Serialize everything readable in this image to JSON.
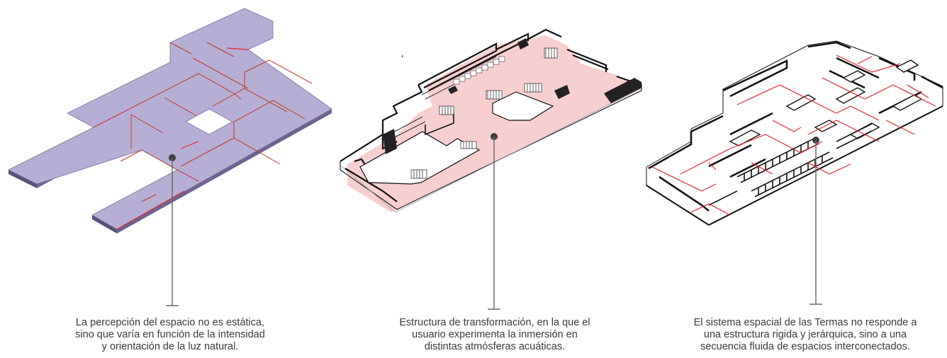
{
  "colors": {
    "lavender": "#b7aed5",
    "pink": "#f8cfd0",
    "red_line": "#e8232a",
    "black": "#111111",
    "leader_line": "#6b6b6b"
  },
  "panels": [
    {
      "id": "light-perception",
      "caption_lines": [
        "La percepción del espacio no es estática,",
        "sino que varía en función de la intensidad",
        "y orientación de la luz natural."
      ]
    },
    {
      "id": "transformation-structure",
      "caption_lines": [
        "Estructura de transformación, en la que el",
        "usuario experimenta la inmersión en",
        "distintas atmósferas acuáticas."
      ]
    },
    {
      "id": "spatial-system",
      "caption_lines": [
        "El sistema espacial de las Termas no responde a",
        "una estructura rigida y jerárquica, sino a una",
        "secuencia fluida de espacios interconectados."
      ]
    }
  ]
}
